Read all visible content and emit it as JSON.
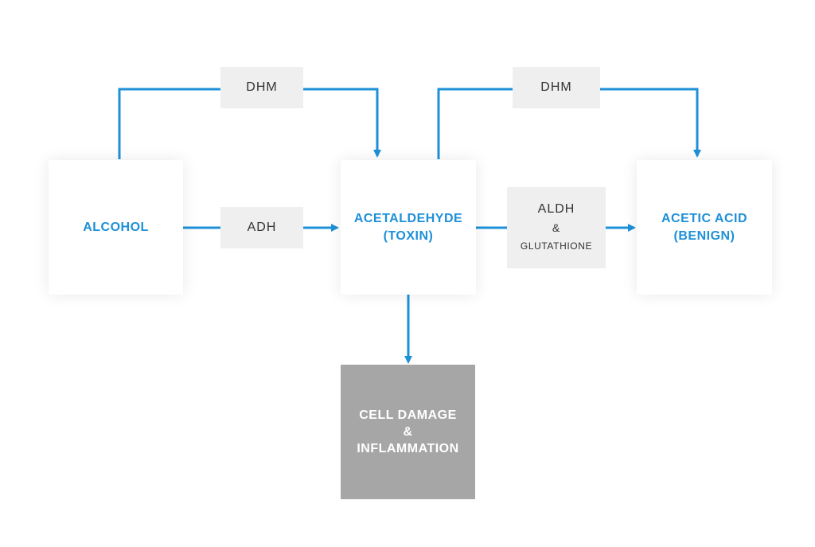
{
  "nodes": {
    "alcohol": "ALCOHOL",
    "acetaldehyde": [
      "ACETALDEHYDE",
      "(TOXIN)"
    ],
    "acetic_acid": [
      "ACETIC ACID",
      "(BENIGN)"
    ],
    "cell_damage": [
      "CELL DAMAGE",
      "&",
      "INFLAMMATION"
    ]
  },
  "enzymes": {
    "dhm_left": "DHM",
    "dhm_right": "DHM",
    "adh": "ADH",
    "aldh": [
      "ALDH",
      "&",
      "GLUTATHIONE"
    ]
  },
  "colors": {
    "arrow": "#1e90d8",
    "node_text": "#1e90d8",
    "enzyme_bg": "#efefef",
    "damage_bg": "#a6a6a6"
  }
}
